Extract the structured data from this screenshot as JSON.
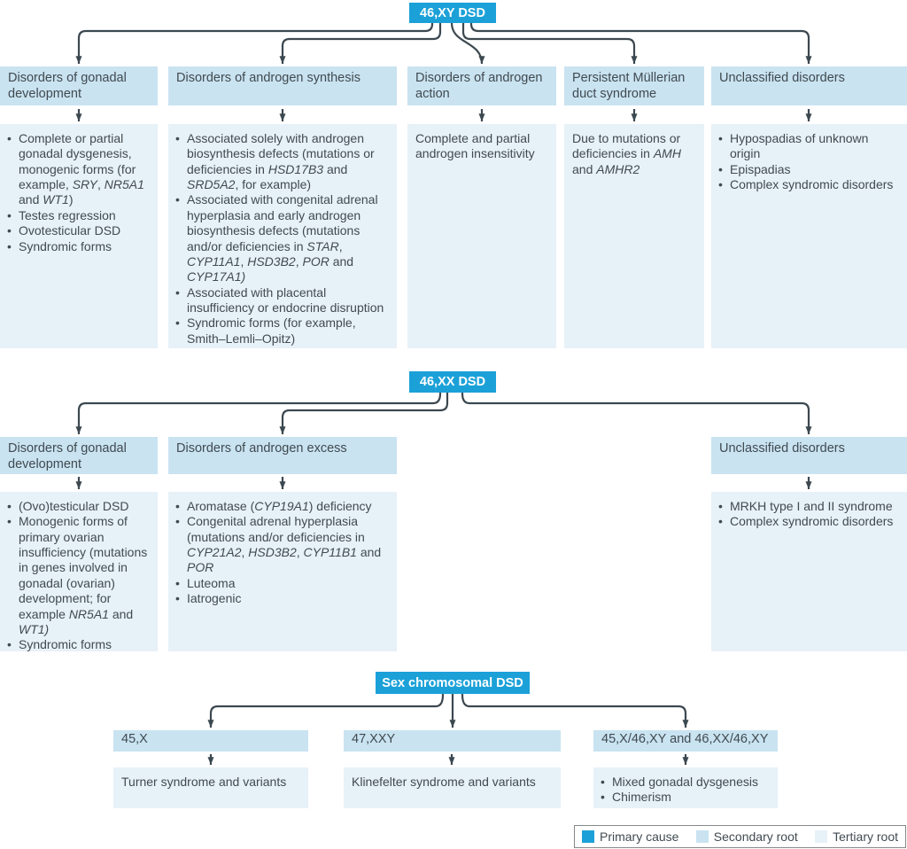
{
  "palette": {
    "primary": "#1ba1d8",
    "secondary": "#c9e3f1",
    "tertiary": "#e7f1f8",
    "line": "#3c4850",
    "text": "#414a50"
  },
  "sections": [
    {
      "root": "46,XY DSD",
      "columns": [
        {
          "header": "Disorders of gonadal development",
          "bulleted": true,
          "items": [
            "Complete or partial gonadal dysgenesis, monogenic forms (for example, *SRY*, *NR5A1* and *WT1*)",
            "Testes regression",
            "Ovotesticular DSD",
            "Syndromic forms"
          ]
        },
        {
          "header": "Disorders of androgen synthesis",
          "bulleted": true,
          "items": [
            "Associated solely with androgen biosynthesis defects (mutations or deficiencies in *HSD17B3* and *SRD5A2*, for example)",
            "Associated with congenital adrenal hyperplasia and early androgen biosynthesis defects (mutations and/or deficiencies in *STAR*, *CYP11A1*, *HSD3B2*, *POR* and *CYP17A1)*",
            "Associated with placental insufficiency or endocrine disruption",
            "Syndromic forms (for example, Smith–Lemli–Opitz)"
          ]
        },
        {
          "header": "Disorders of androgen action",
          "bulleted": false,
          "items": [
            "Complete and partial androgen insensitivity"
          ]
        },
        {
          "header": "Persistent Müllerian duct syndrome",
          "bulleted": false,
          "items": [
            "Due to mutations or deficiencies in *AMH* and *AMHR2*"
          ]
        },
        {
          "header": "Unclassified disorders",
          "bulleted": true,
          "items": [
            "Hypospadias of unknown origin",
            "Epispadias",
            "Complex syndromic disorders"
          ]
        }
      ]
    },
    {
      "root": "46,XX DSD",
      "columns": [
        {
          "header": "Disorders of gonadal development",
          "bulleted": true,
          "items": [
            "(Ovo)testicular DSD",
            "Monogenic forms of primary ovarian insufficiency (mutations in genes involved in gonadal (ovarian) development; for example *NR5A1* and *WT1)*",
            "Syndromic forms"
          ]
        },
        {
          "header": "Disorders of androgen excess",
          "bulleted": true,
          "items": [
            "Aromatase (*CYP19A1*) deficiency",
            "Congenital adrenal hyperplasia (mutations and/or deficiencies in *CYP21A2*, *HSD3B2*, *CYP11B1* and *POR*",
            "Luteoma",
            "Iatrogenic"
          ]
        },
        {
          "header": "Unclassified disorders",
          "bulleted": true,
          "items": [
            "MRKH type I and II syndrome",
            "Complex syndromic disorders"
          ]
        }
      ]
    },
    {
      "root": "Sex chromosomal DSD",
      "columns": [
        {
          "header": "45,X",
          "bulleted": false,
          "items": [
            "Turner syndrome and variants"
          ]
        },
        {
          "header": "47,XXY",
          "bulleted": false,
          "items": [
            "Klinefelter syndrome and variants"
          ]
        },
        {
          "header": "45,X/46,XY and 46,XX/46,XY",
          "bulleted": true,
          "items": [
            "Mixed gonadal dysgenesis",
            "Chimerism"
          ]
        }
      ]
    }
  ],
  "legend": {
    "items": [
      {
        "label": "Primary cause",
        "color": "#1ba1d8"
      },
      {
        "label": "Secondary root",
        "color": "#c9e3f1"
      },
      {
        "label": "Tertiary root",
        "color": "#e7f1f8"
      }
    ]
  }
}
